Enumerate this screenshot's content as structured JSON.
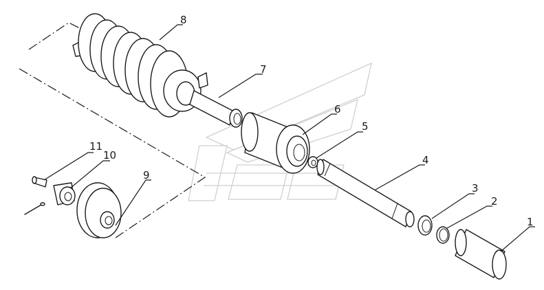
{
  "diagram": {
    "part_labels": [
      "1",
      "2",
      "3",
      "4",
      "5",
      "6",
      "7",
      "8",
      "9",
      "10",
      "11"
    ]
  },
  "colors": {
    "line": "#1a1a1a",
    "background": "#ffffff",
    "watermark": "#cfcfcf"
  }
}
